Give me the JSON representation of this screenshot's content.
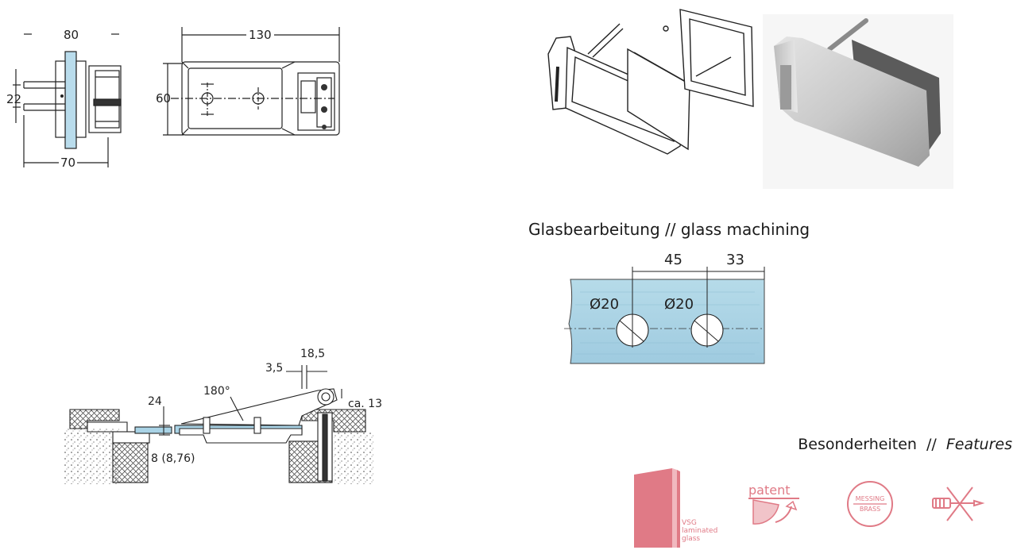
{
  "front_view": {
    "dim_width_top": "80",
    "dim_height": "22",
    "dim_width_bottom": "70"
  },
  "side_view": {
    "dim_length": "130",
    "dim_height": "60"
  },
  "installation_section": {
    "dim_gap": "3,5",
    "dim_offset": "18,5",
    "dim_angle": "180°",
    "dim_depth": "24",
    "dim_pivot": "ca. 13",
    "dim_glass": "8 (8,76)"
  },
  "glass_machining": {
    "heading": "Glasbearbeitung // glass machining",
    "dim_spacing": "45",
    "dim_edge": "33",
    "hole1_diameter": "Ø20",
    "hole2_diameter": "Ø20"
  },
  "features": {
    "title_de": "Besonderheiten",
    "separator": "//",
    "title_en": "Features",
    "items": [
      {
        "icon": "laminated-glass-icon",
        "label_lines": [
          "VSG",
          "laminated",
          "glass"
        ]
      },
      {
        "icon": "patent-icon",
        "label": "patent"
      },
      {
        "icon": "brass-stamp-icon",
        "label_lines": [
          "MESSING",
          "BRASS"
        ]
      },
      {
        "icon": "no-adjustment-icon"
      }
    ]
  },
  "colors": {
    "feature_accent": "#e07a86",
    "glass_blue": "#a9d3e6",
    "line": "#222222"
  }
}
